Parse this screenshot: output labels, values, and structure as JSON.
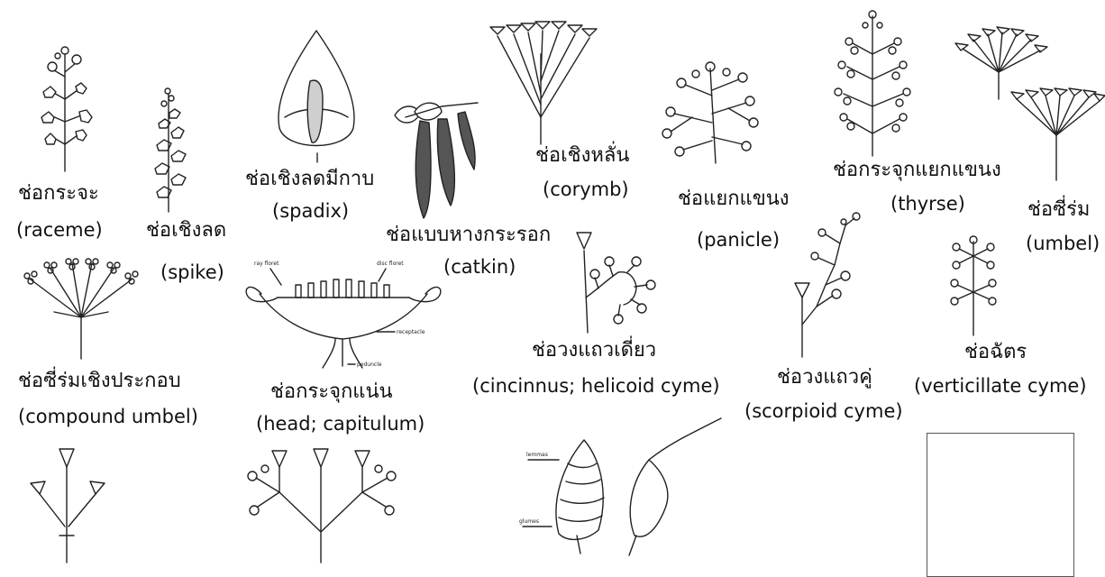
{
  "inflorescences": [
    {
      "thai": "ช่อกระจะ",
      "english": "(raceme)"
    },
    {
      "thai": "ช่อเชิงลด",
      "english": "(spike)"
    },
    {
      "thai": "ช่อเชิงลดมีกาบ",
      "english": "(spadix)"
    },
    {
      "thai": "ช่อแบบหางกระรอก",
      "english": "(catkin)"
    },
    {
      "thai": "ช่อเชิงหลั่น",
      "english": "(corymb)"
    },
    {
      "thai": "ช่อแยกแขนง",
      "english": "(panicle)"
    },
    {
      "thai": "ช่อกระจุกแยกแขนง",
      "english": "(thyrse)"
    },
    {
      "thai": "ช่อซี่ร่ม",
      "english": "(umbel)"
    },
    {
      "thai": "ช่อซี่ร่มเชิงประกอบ",
      "english": "(compound umbel)"
    },
    {
      "thai": "ช่อกระจุกแน่น",
      "english": "(head; capitulum)"
    },
    {
      "thai": "ช่อวงแถวเดี่ยว",
      "english": "(cincinnus; helicoid cyme)"
    },
    {
      "thai": "ช่อวงแถวคู่",
      "english": "(scorpioid cyme)"
    },
    {
      "thai": "ช่อฉัตร",
      "english": "(verticillate cyme)"
    }
  ],
  "capitulum_parts": {
    "ray_floret": "ray floret",
    "disc_floret": "disc floret",
    "receptacle": "receptacle",
    "peduncle": "peduncle"
  },
  "spikelet_parts": {
    "lemmas": "lemmas",
    "glumes": "glumes"
  }
}
